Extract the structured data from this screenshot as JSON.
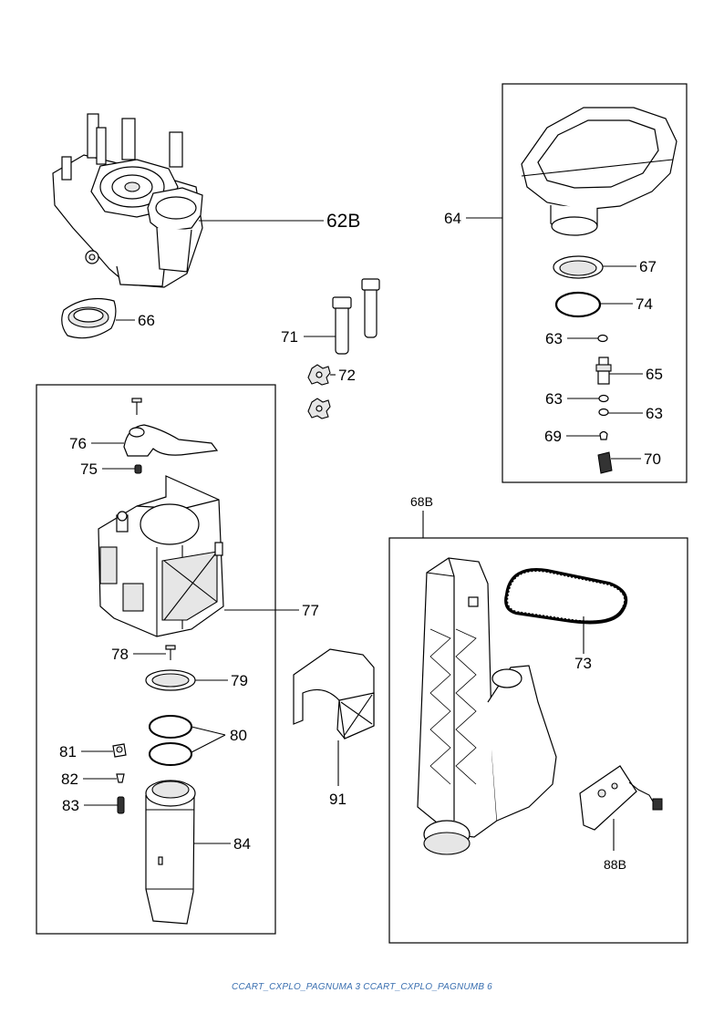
{
  "labels": {
    "l62B": "62B",
    "l66": "66",
    "l71": "71",
    "l72": "72",
    "l64": "64",
    "l67": "67",
    "l74": "74",
    "l63a": "63",
    "l65": "65",
    "l63b": "63",
    "l63c": "63",
    "l69": "69",
    "l70": "70",
    "l76": "76",
    "l75": "75",
    "l77": "77",
    "l78": "78",
    "l79": "79",
    "l80": "80",
    "l81": "81",
    "l82": "82",
    "l83": "83",
    "l84": "84",
    "l91": "91",
    "l68B": "68B",
    "l73": "73",
    "l88B": "88B"
  },
  "footer": "CCART_CXPLO_PAGNUMA 3 CCART_CXPLO_PAGNUMB 6",
  "colors": {
    "line": "#000000",
    "footer": "#3a6fb0"
  }
}
